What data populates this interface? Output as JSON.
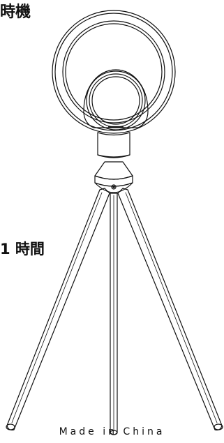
{
  "labels": {
    "top": "時機",
    "middle": "1 時間"
  },
  "footer": {
    "text": "Made in China"
  },
  "icons": {
    "product": "fan-on-tripod-illustration"
  },
  "colors": {
    "line": "#111111",
    "background": "#ffffff"
  }
}
